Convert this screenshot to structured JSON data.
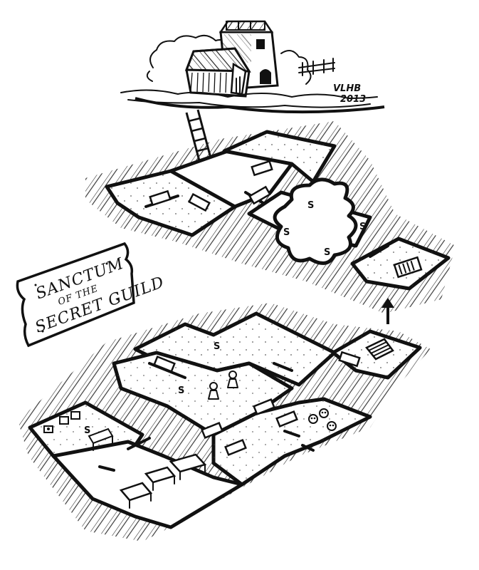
{
  "map": {
    "sign": {
      "line1": "SANCTUM",
      "line2": "OF THE",
      "line3": "SECRET GUILD"
    },
    "signature": {
      "initials": "VLHB",
      "year": "2013"
    },
    "secret_door_glyph": "S"
  }
}
